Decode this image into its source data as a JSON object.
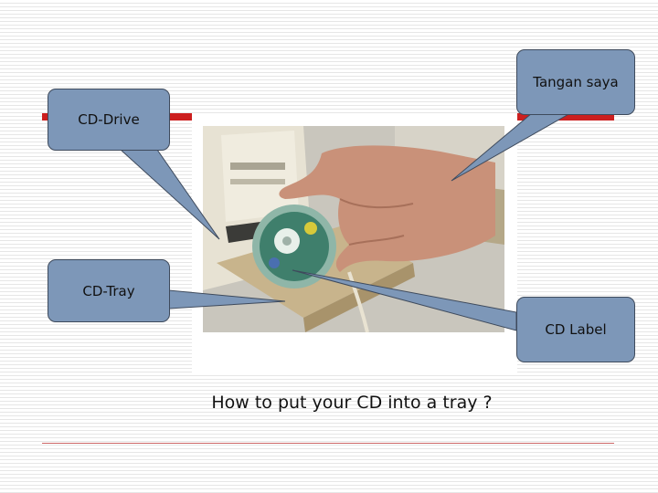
{
  "slide": {
    "caption": "How to put your CD into a tray ?",
    "callouts": {
      "cd_drive": "CD-Drive",
      "hand": "Tangan saya",
      "cd_tray": "CD-Tray",
      "cd_label": "CD Label"
    }
  },
  "colors": {
    "callout_fill": "#7d97b8",
    "callout_border": "#3e4a5c",
    "rule": "#cc1f1f"
  }
}
